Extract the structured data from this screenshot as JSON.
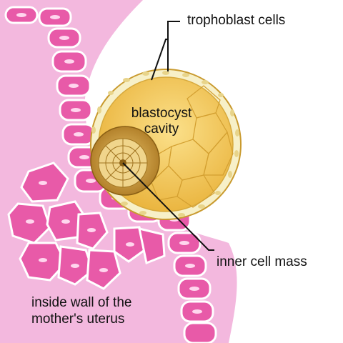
{
  "labels": {
    "trophoblast": "trophoblast cells",
    "cavity_line1": "blastocyst",
    "cavity_line2": "cavity",
    "inner_mass": "inner cell mass",
    "wall_line1": "inside wall of the",
    "wall_line2": "mother's uterus"
  },
  "colors": {
    "uterus_tissue": "#f3b8de",
    "uterus_cells": "#e85aa8",
    "cell_nucleus": "#ffd6ee",
    "blastocyst": "#f2c24f",
    "blastocyst_cells": "#e0a92f",
    "trophoblast_layer": "#f7f0c8",
    "inner_mass": "#b8862a"
  }
}
